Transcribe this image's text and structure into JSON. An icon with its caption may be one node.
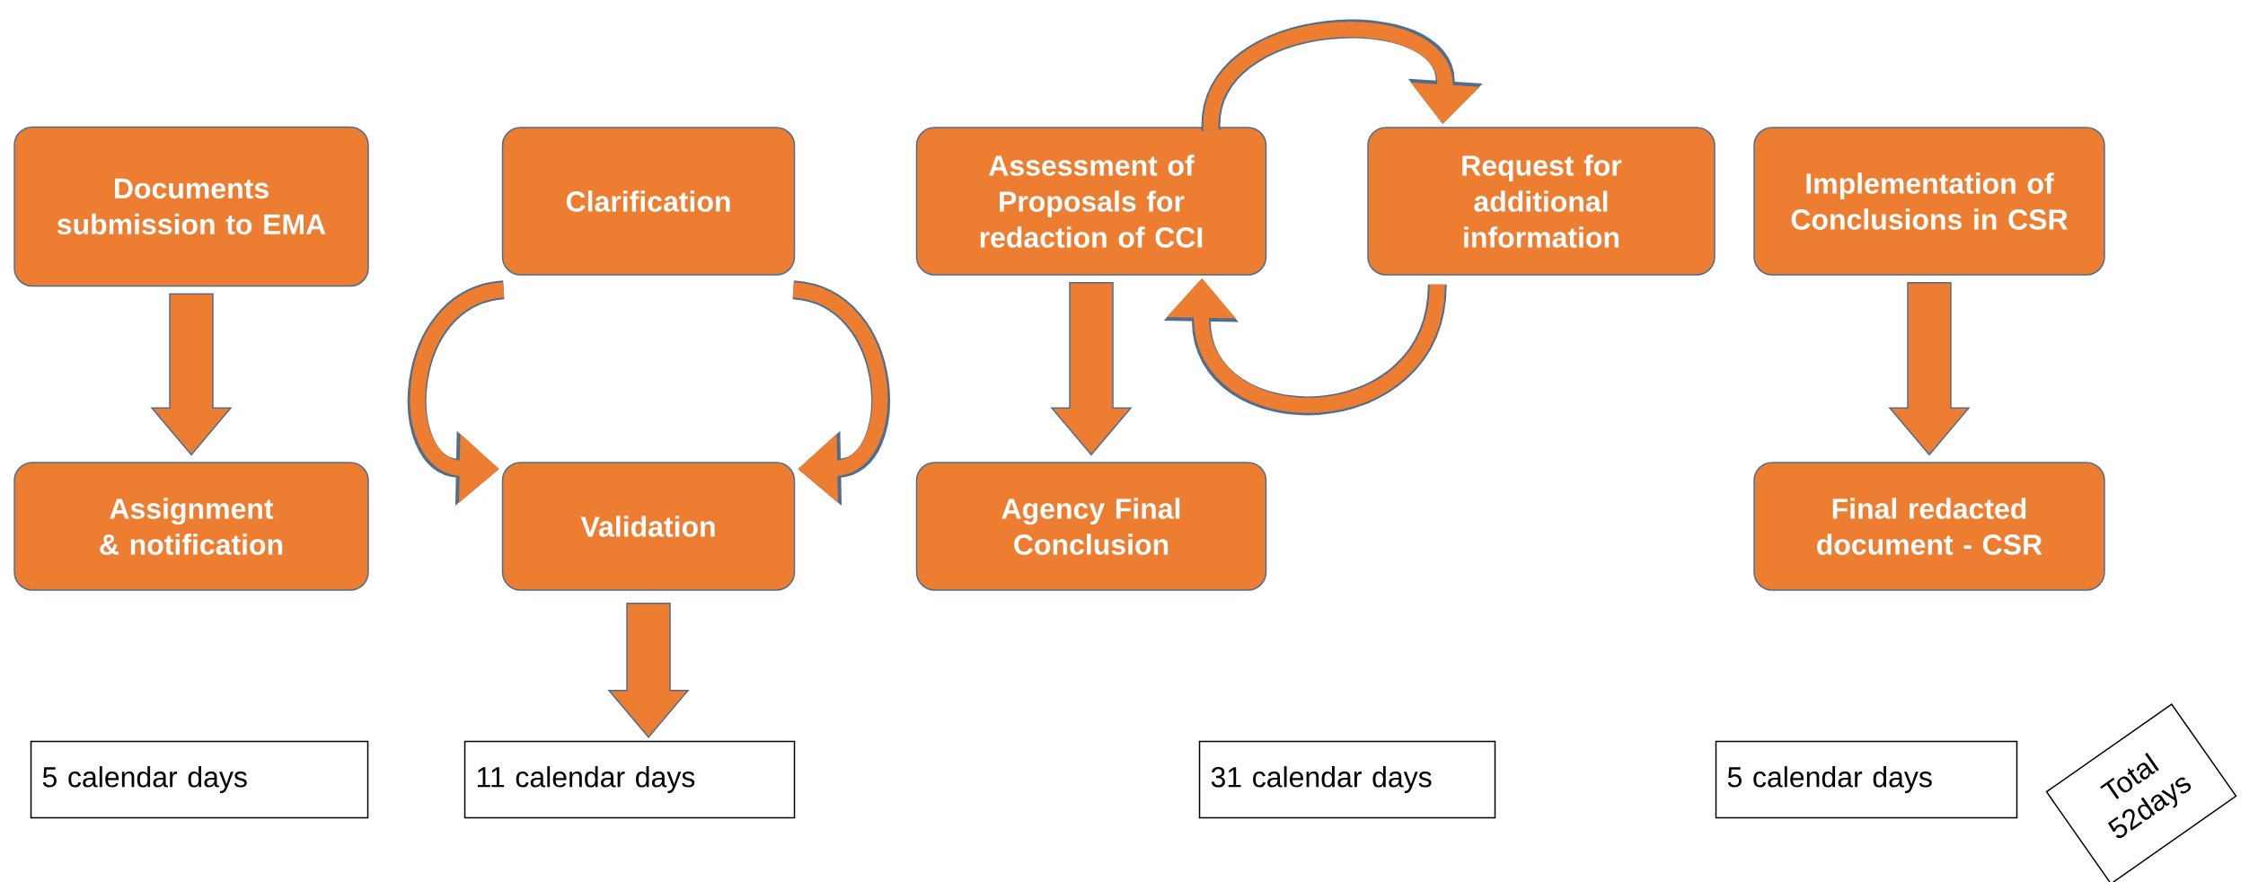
{
  "diagram": {
    "nodes": [
      {
        "text": [
          "Documents submission to EMA"
        ]
      },
      {
        "text": [
          "Assignment & notification"
        ]
      },
      {
        "text": [
          "Clarification"
        ]
      },
      {
        "text": [
          "Validation"
        ]
      },
      {
        "text": [
          "Assessment of Proposals for redaction of CCI"
        ]
      },
      {
        "text": [
          "Request for additional information"
        ]
      },
      {
        "text": [
          "Agency Final Conclusion"
        ]
      },
      {
        "text": [
          "Implementation of Conclusions in CSR"
        ]
      },
      {
        "text": [
          "Final redacted document - CSR"
        ]
      },
      {
        "text": [
          "5 calendar days"
        ]
      },
      {
        "text": [
          "11 calendar days"
        ]
      },
      {
        "text": [
          "31 calendar days"
        ]
      },
      {
        "text": [
          "5 calendar days"
        ]
      },
      {
        "text": [
          "Total 52days"
        ]
      }
    ],
    "edges": [
      {
        "from": 0,
        "to": 1,
        "arrow": "to"
      },
      {
        "from": 2,
        "to": 3,
        "arrow": "to"
      },
      {
        "from": 2,
        "to": 3,
        "arrow": "to"
      },
      {
        "from": 3,
        "to": 10,
        "arrow": "to"
      },
      {
        "from": 4,
        "to": 5,
        "arrow": "to"
      },
      {
        "from": 5,
        "to": 4,
        "arrow": "to"
      },
      {
        "from": 4,
        "to": 6,
        "arrow": "to"
      },
      {
        "from": 7,
        "to": 8,
        "arrow": "to"
      }
    ]
  }
}
